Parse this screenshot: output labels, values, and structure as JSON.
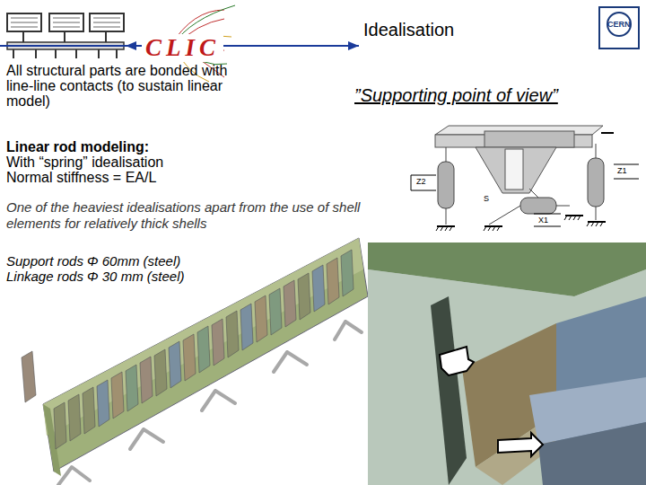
{
  "diagram": {
    "title": "Idealisation",
    "labels": [
      "CLIC",
      "CERN",
      "All structural parts are bonded with line-line contacts (to sustain linear model)",
      "”Supporting point of view”",
      "Linear rod modeling:",
      "With “spring” idealisation Normal stiffness = EA/L",
      "One of the heaviest idealisations apart from the use of shell elements for relatively thick shells",
      "Support rods Φ 60mm (steel)",
      "Linkage rods Φ 30 mm (steel)",
      "Z2",
      "Z1",
      "S",
      "X1"
    ]
  }
}
